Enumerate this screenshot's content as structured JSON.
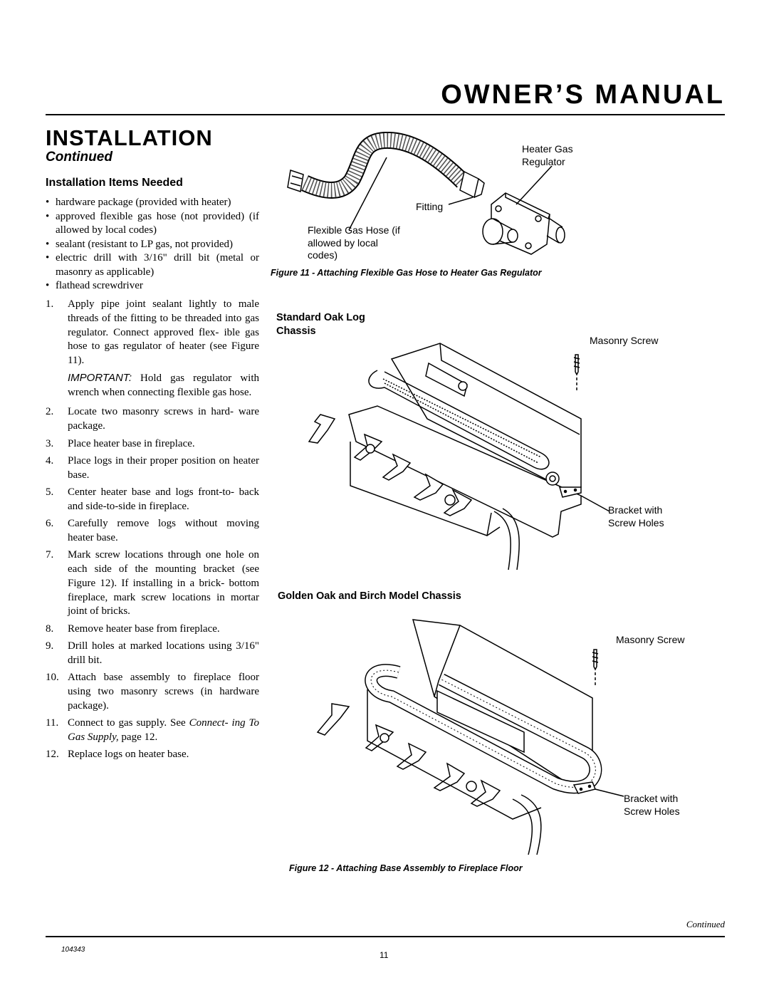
{
  "header": {
    "manual_title": "OWNER’S MANUAL"
  },
  "section": {
    "title": "INSTALLATION",
    "subtitle": "Continued",
    "items_heading": "Installation Items Needed"
  },
  "items": [
    "hardware package (provided with heater)",
    "approved flexible gas hose (not provided) (if allowed by local codes)",
    "sealant (resistant to LP gas, not provided)",
    "electric drill with 3/16\" drill bit (metal or masonry as applicable)",
    "flathead screwdriver"
  ],
  "steps": [
    {
      "num": "1.",
      "text": "Apply pipe joint sealant lightly to male threads of the fitting to be threaded into gas regulator. Connect approved flex- ible gas hose to gas regulator of heater (see Figure 11)."
    },
    {
      "num": "2.",
      "text": "Locate two masonry screws in hard- ware package."
    },
    {
      "num": "3.",
      "text": "Place heater base in fireplace."
    },
    {
      "num": "4.",
      "text": "Place logs in their proper position on heater base."
    },
    {
      "num": "5.",
      "text": "Center heater base and logs front-to- back and side-to-side in fireplace."
    },
    {
      "num": "6.",
      "text": "Carefully remove logs without moving heater base."
    },
    {
      "num": "7.",
      "text": "Mark screw locations through one hole on each side of the mounting bracket (see Figure 12). If installing in a brick- bottom fireplace, mark screw locations in mortar joint of bricks."
    },
    {
      "num": "8.",
      "text": "Remove heater base from fireplace."
    },
    {
      "num": "9.",
      "text": "Drill holes at marked locations using 3/16\" drill bit."
    },
    {
      "num": "10.",
      "text": "Attach base assembly to fireplace floor using two masonry screws (in hardware package)."
    },
    {
      "num": "11.",
      "text": "Connect to gas supply. See",
      "link": "Connect- ing To Gas Supply,",
      "after": " page 12."
    },
    {
      "num": "12.",
      "text": "Replace logs on heater base."
    }
  ],
  "important_note": {
    "label": "IMPORTANT:",
    "text": " Hold gas regulator with wrench when connecting flexible gas hose."
  },
  "figure11": {
    "label_regulator": "Heater Gas Regulator",
    "label_fitting": "Fitting",
    "label_hose": "Flexible Gas Hose (if allowed by local codes)",
    "caption": "Figure 11 - Attaching Flexible Gas Hose to Heater Gas Regulator"
  },
  "figure12": {
    "chassis1_title": "Standard Oak Log Chassis",
    "chassis1_screw": "Masonry Screw",
    "chassis1_bracket": "Bracket with Screw Holes",
    "chassis2_title": "Golden Oak and Birch Model Chassis",
    "chassis2_screw": "Masonry Screw",
    "chassis2_bracket": "Bracket with Screw Holes",
    "caption": "Figure 12 - Attaching Base Assembly to Fireplace Floor"
  },
  "footer": {
    "continued": "Continued",
    "doc_number": "104343",
    "page_number": "11"
  }
}
